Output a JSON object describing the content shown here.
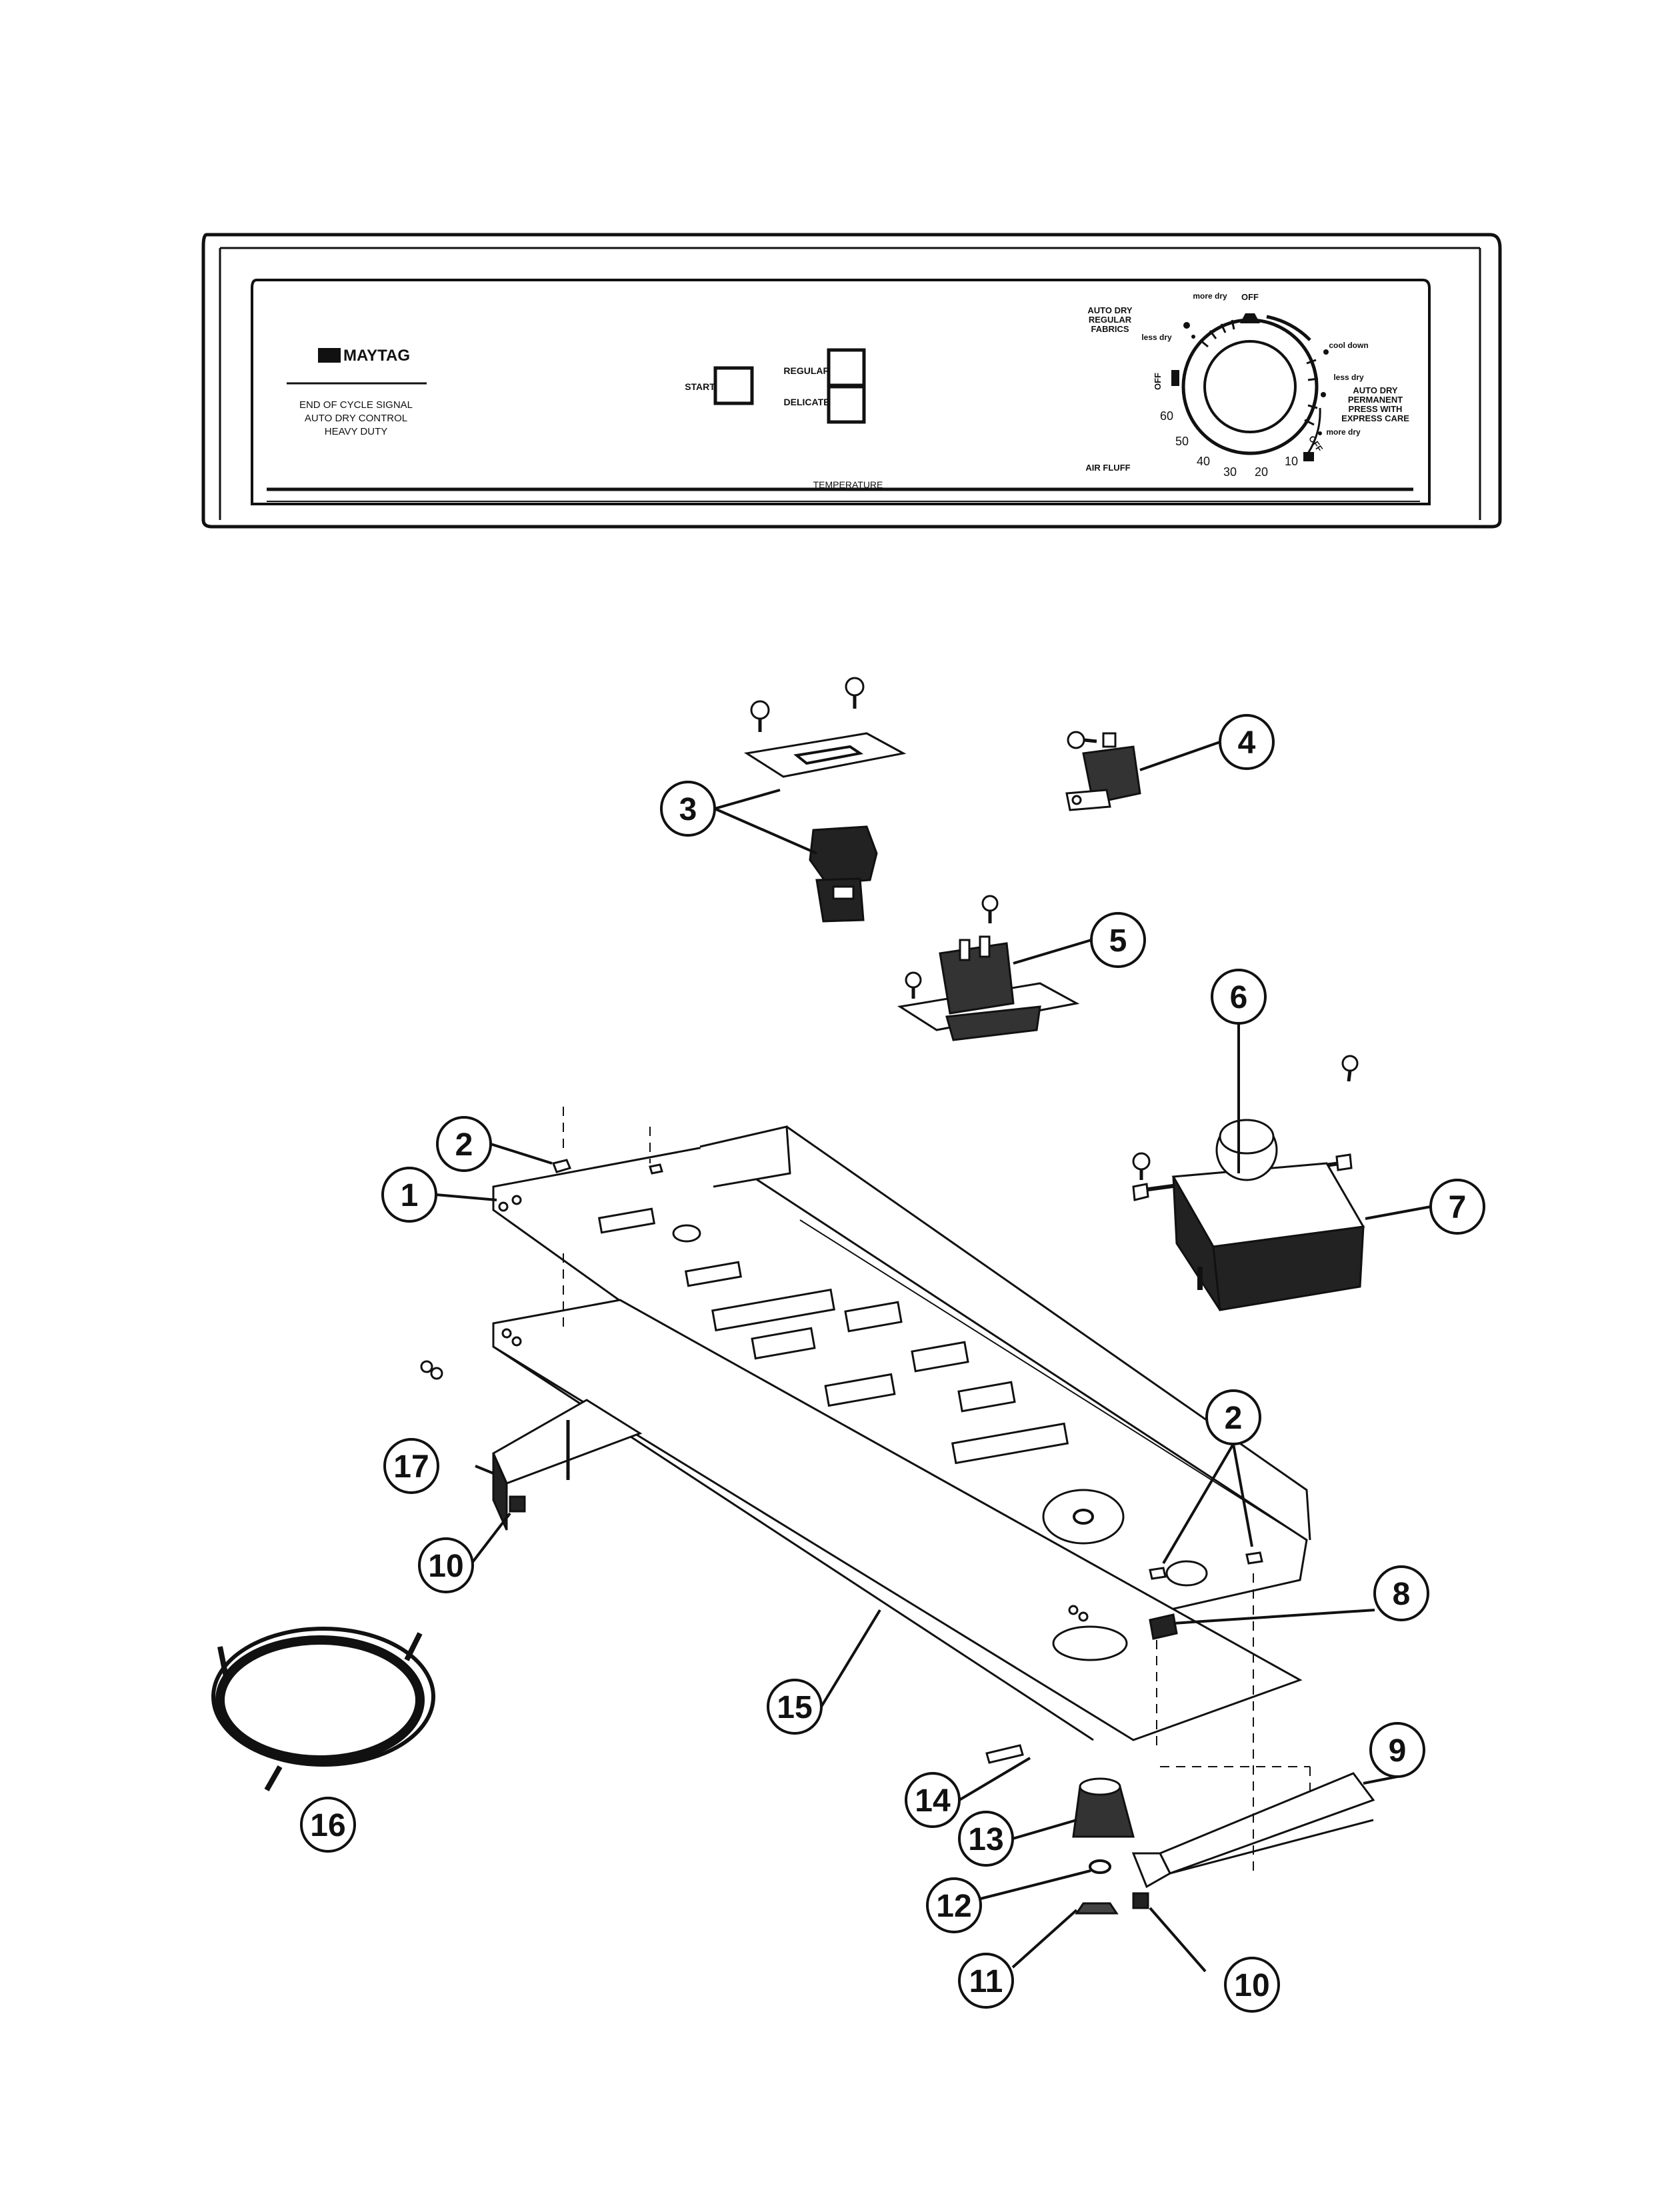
{
  "control_panel": {
    "brand": "MAYTAG",
    "feature_lines": [
      "END OF CYCLE SIGNAL",
      "AUTO DRY CONTROL",
      "HEAVY DUTY"
    ],
    "start_label": "START",
    "regular_label": "REGULAR",
    "delicate_label": "DELICATE",
    "temperature_label": "TEMPERATURE",
    "dial": {
      "auto_dry_regular": [
        "AUTO DRY",
        "REGULAR",
        "FABRICS"
      ],
      "auto_dry_permanent": [
        "AUTO DRY",
        "PERMANENT",
        "PRESS WITH",
        "EXPRESS CARE"
      ],
      "air_fluff": "AIR FLUFF",
      "more_dry_top": "more dry",
      "less_dry_top": "less dry",
      "off_top": "OFF",
      "cool_down": "cool down",
      "less_dry_right": "less dry",
      "more_dry_right": "more dry",
      "off_left": "OFF",
      "off_right": "OFF",
      "numbers": [
        "60",
        "50",
        "40",
        "30",
        "20",
        "10"
      ]
    }
  },
  "callouts": [
    "1",
    "2",
    "2",
    "3",
    "4",
    "5",
    "6",
    "7",
    "8",
    "9",
    "10",
    "10",
    "11",
    "12",
    "13",
    "14",
    "15",
    "16",
    "17"
  ]
}
